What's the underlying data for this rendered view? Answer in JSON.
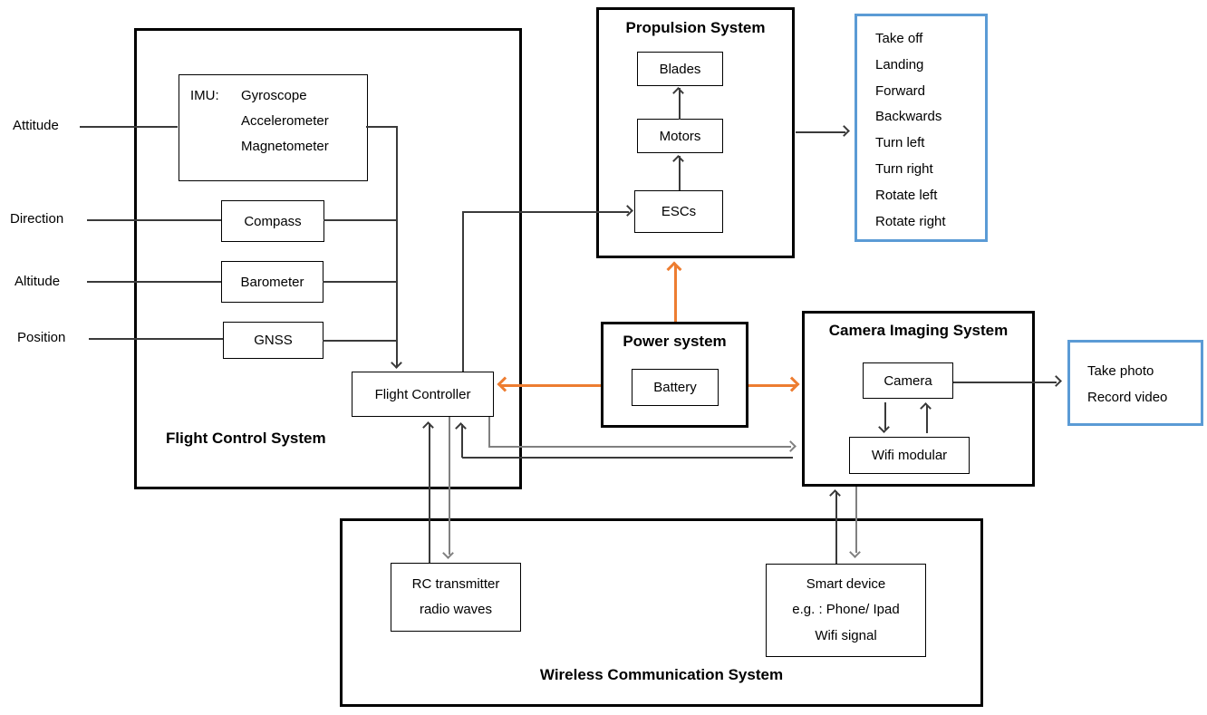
{
  "colors": {
    "accent_orange": "#ED7D31",
    "accent_blue": "#5B9BD5",
    "line_dark": "#3a3a3a",
    "line_gray": "#808080"
  },
  "side_inputs": [
    "Attitude",
    "Direction",
    "Altitude",
    "Position"
  ],
  "flight_control": {
    "title": "Flight Control System",
    "imu_prefix": "IMU:",
    "imu_items": [
      "Gyroscope",
      "Accelerometer",
      "Magnetometer"
    ],
    "sensors": [
      "Compass",
      "Barometer",
      "GNSS"
    ],
    "controller": "Flight Controller"
  },
  "propulsion": {
    "title": "Propulsion System",
    "blades": "Blades",
    "motors": "Motors",
    "escs": "ESCs"
  },
  "flight_actions": [
    "Take off",
    "Landing",
    "Forward",
    "Backwards",
    "Turn left",
    "Turn right",
    "Rotate left",
    "Rotate right"
  ],
  "power": {
    "title": "Power system",
    "battery": "Battery"
  },
  "camera": {
    "title": "Camera Imaging System",
    "camera": "Camera",
    "wifi": "Wifi modular"
  },
  "camera_actions": [
    "Take photo",
    "Record video"
  ],
  "wireless": {
    "title": "Wireless Communication System",
    "rc_lines": [
      "RC transmitter",
      "radio waves"
    ],
    "smart_lines": [
      "Smart device",
      "e.g. : Phone/ Ipad",
      "Wifi signal"
    ]
  }
}
